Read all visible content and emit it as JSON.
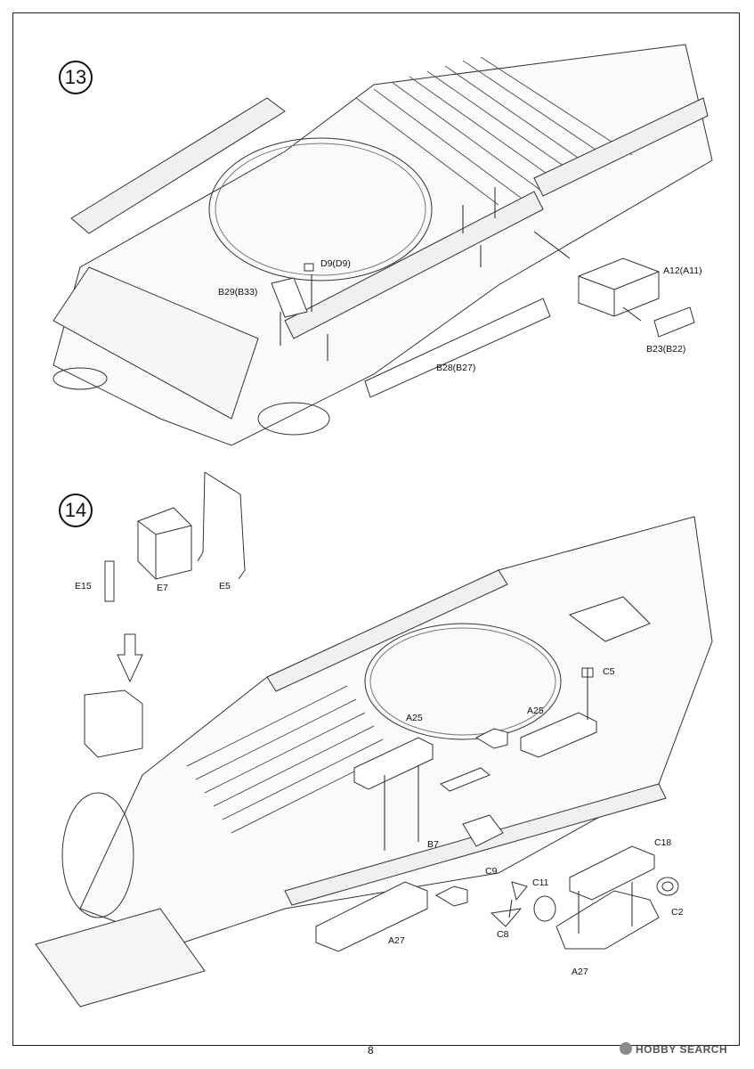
{
  "steps": [
    {
      "number": "13"
    },
    {
      "number": "14"
    }
  ],
  "labels13": {
    "d9": "D9(D9)",
    "a12": "A12(A11)",
    "b29": "B29(B33)",
    "b23": "B23(B22)",
    "b28": "B28(B27)"
  },
  "labels14": {
    "e15": "E15",
    "e7": "E7",
    "e5": "E5",
    "c5": "C5",
    "a25_left": "A25",
    "a25_right": "A25",
    "b7": "B7",
    "c18": "C18",
    "c9": "C9",
    "c11": "C11",
    "c2": "C2",
    "c8": "C8",
    "a27_left": "A27",
    "a27_right": "A27"
  },
  "footer": {
    "page_number": "8",
    "watermark": "HOBBY SEARCH"
  }
}
